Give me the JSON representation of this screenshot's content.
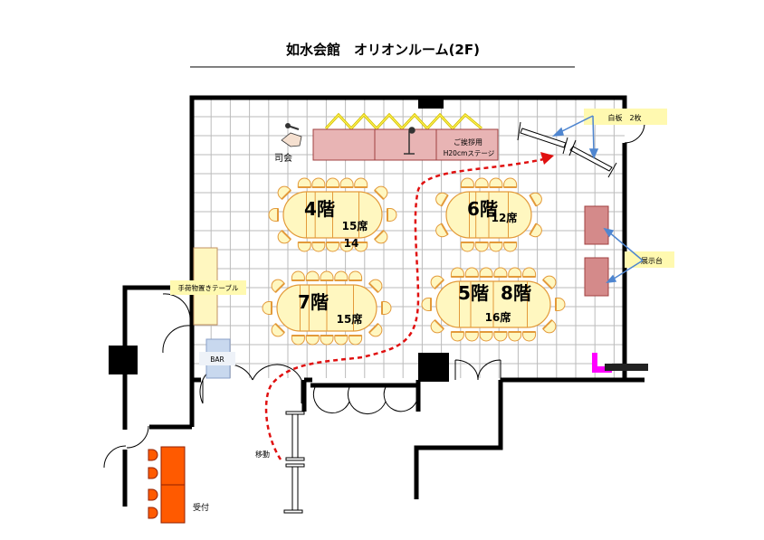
{
  "title": "如水会館　オリオンルーム(2F)",
  "labels": {
    "mc": "司会",
    "stage_line1": "ご挨拶用",
    "stage_line2": "H20cmステージ",
    "whiteboard": "白板　2枚",
    "exhibit": "展示台",
    "luggage_table": "手荷物置きテーブル",
    "bar": "BAR",
    "move": "移動",
    "reception": "受付"
  },
  "tables": [
    {
      "floor": "4階",
      "seats": "15席",
      "note": "14"
    },
    {
      "floor": "6階",
      "seats": "12席"
    },
    {
      "floor": "7階",
      "seats": "15席"
    },
    {
      "floor": "5階",
      "floor2": "8階",
      "seats": "16席"
    }
  ],
  "colors": {
    "table_fill": "#fff7c0",
    "table_stroke": "#e39a3a",
    "stage_fill": "#e8b4b4",
    "exhibit_fill": "#d48a8a",
    "reception_fill": "#ff5a00",
    "route": "#e01010",
    "arrow": "#4f86d0",
    "label_bg": "#fff9b0",
    "magenta": "#ff00ff"
  }
}
